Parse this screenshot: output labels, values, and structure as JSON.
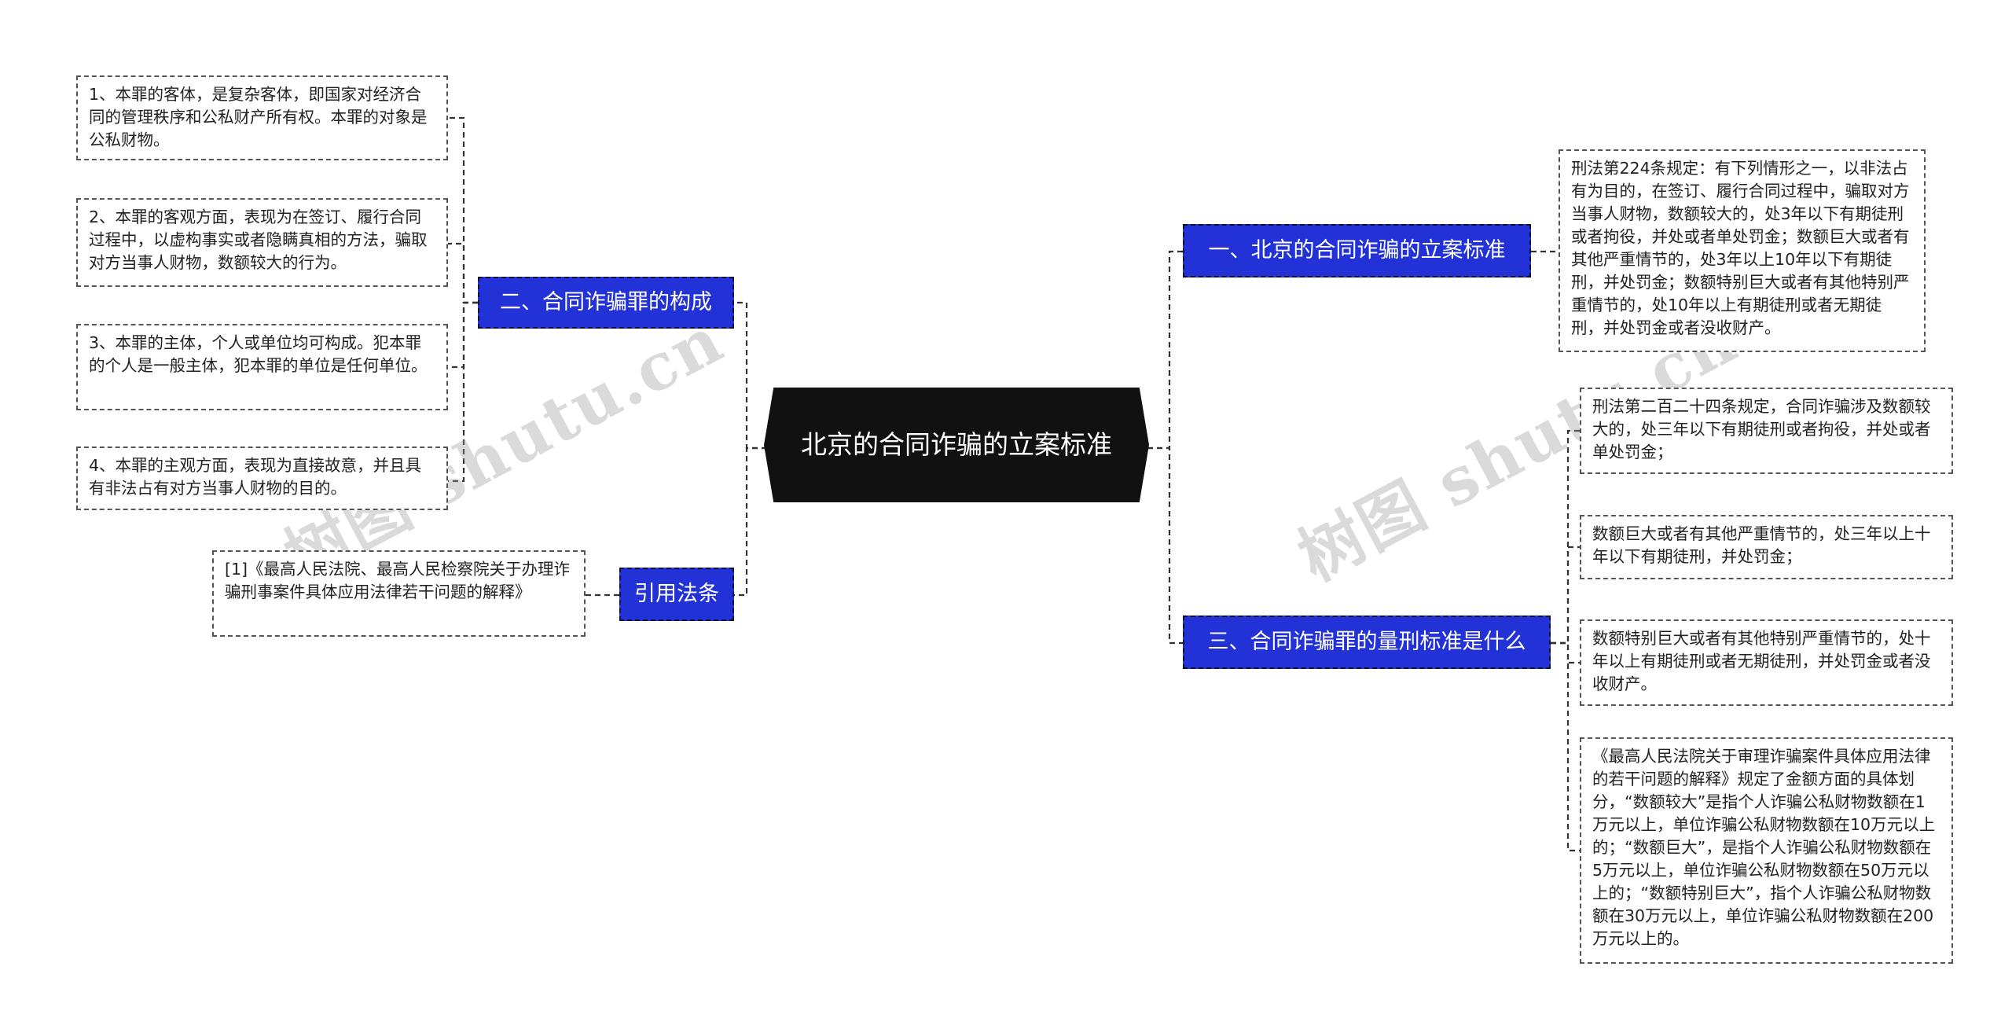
{
  "watermark": "树图 shutu.cn",
  "center": {
    "label": "北京的合同诈骗的立案标准"
  },
  "left": {
    "composition": {
      "label": "二、合同诈骗罪的构成",
      "items": [
        "1、本罪的客体，是复杂客体，即国家对经济合同的管理秩序和公私财产所有权。本罪的对象是公私财物。",
        "2、本罪的客观方面，表现为在签订、履行合同过程中，以虚构事实或者隐瞒真相的方法，骗取对方当事人财物，数额较大的行为。",
        "3、本罪的主体，个人或单位均可构成。犯本罪的个人是一般主体，犯本罪的单位是任何单位。",
        "4、本罪的主观方面，表现为直接故意，并且具有非法占有对方当事人财物的目的。"
      ]
    },
    "citation": {
      "label": "引用法条",
      "items": [
        "[1]《最高人民法院、最高人民检察院关于办理诈骗刑事案件具体应用法律若干问题的解释》"
      ]
    }
  },
  "right": {
    "standard": {
      "label": "一、北京的合同诈骗的立案标准",
      "items": [
        "刑法第224条规定：有下列情形之一，以非法占有为目的，在签订、履行合同过程中，骗取对方当事人财物，数额较大的，处3年以下有期徒刑或者拘役，并处或者单处罚金；数额巨大或者有其他严重情节的，处3年以上10年以下有期徒刑，并处罚金；数额特别巨大或者有其他特别严重情节的，处10年以上有期徒刑或者无期徒刑，并处罚金或者没收财产。"
      ]
    },
    "sentencing": {
      "label": "三、合同诈骗罪的量刑标准是什么",
      "items": [
        "刑法第二百二十四条规定，合同诈骗涉及数额较大的，处三年以下有期徒刑或者拘役，并处或者单处罚金；",
        "数额巨大或者有其他严重情节的，处三年以上十年以下有期徒刑，并处罚金；",
        "数额特别巨大或者有其他特别严重情节的，处十年以上有期徒刑或者无期徒刑，并处罚金或者没收财产。",
        "《最高人民法院关于审理诈骗案件具体应用法律的若干问题的解释》规定了金额方面的具体划分，“数额较大”是指个人诈骗公私财物数额在1万元以上，单位诈骗公私财物数额在10万元以上的；“数额巨大”，是指个人诈骗公私财物数额在5万元以上，单位诈骗公私财物数额在50万元以上的；“数额特别巨大”，指个人诈骗公私财物数额在30万元以上，单位诈骗公私财物数额在200万元以上的。"
      ]
    }
  },
  "colors": {
    "center_bg": "#111111",
    "branch_bg": "#2332d6",
    "line": "#333333"
  }
}
